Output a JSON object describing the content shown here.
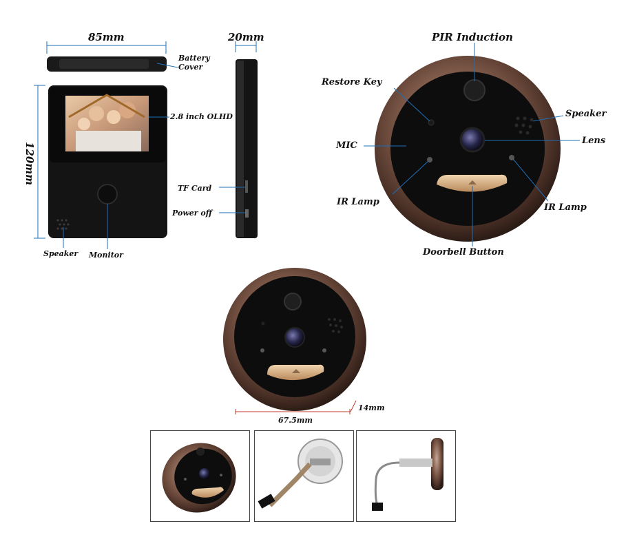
{
  "monitor_labels": {
    "width": "85mm",
    "height": "120mm",
    "depth": "20mm",
    "battery_cover": "Battery\nCover",
    "screen": "2.8 inch OLHD",
    "tf_card": "TF Card",
    "power_off": "Power off",
    "speaker": "Speaker",
    "monitor": "Monitor"
  },
  "camera_labels": {
    "pir": "PIR Induction",
    "restore_key": "Restore Key",
    "speaker": "Speaker",
    "mic": "MIC",
    "lens": "Lens",
    "ir_lamp_left": "IR Lamp",
    "ir_lamp_right": "IR Lamp",
    "doorbell_button": "Doorbell Button"
  },
  "camera_dimensions": {
    "diameter": "67.5mm",
    "thickness": "14mm"
  },
  "colors": {
    "bezel": "#6b4a3a",
    "face": "#0d0d0d",
    "button_gold": "#d8b48a",
    "dim_line": "#1e6fb8",
    "dim_line_red": "#c0392b",
    "leader": "#1e6fb8"
  }
}
